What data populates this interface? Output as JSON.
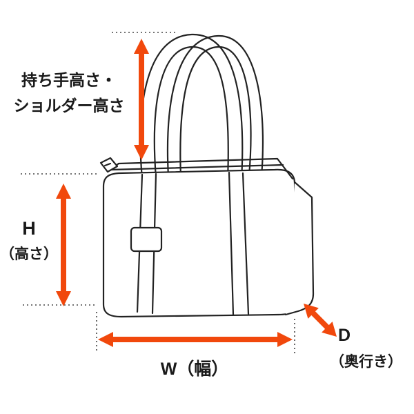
{
  "diagram": {
    "subject": "bag-dimension-measurement-diagram",
    "accent_color": "#F1480C",
    "line_color": "#222222",
    "labels": {
      "handle_height_line1": "持ち手高さ・",
      "handle_height_line2": "ショルダー高さ",
      "height_symbol": "H",
      "height_caption": "（高さ）",
      "width": "W（幅）",
      "depth_symbol": "D",
      "depth_caption": "（奥行き）"
    },
    "arrows": [
      {
        "name": "handle-height-arrow",
        "orientation": "vertical",
        "measures": "handle / shoulder strap height"
      },
      {
        "name": "height-arrow",
        "orientation": "vertical",
        "measures": "bag body height (H)"
      },
      {
        "name": "width-arrow",
        "orientation": "horizontal",
        "measures": "bag width (W)"
      },
      {
        "name": "depth-arrow",
        "orientation": "diagonal",
        "measures": "bag depth (D)"
      }
    ]
  }
}
